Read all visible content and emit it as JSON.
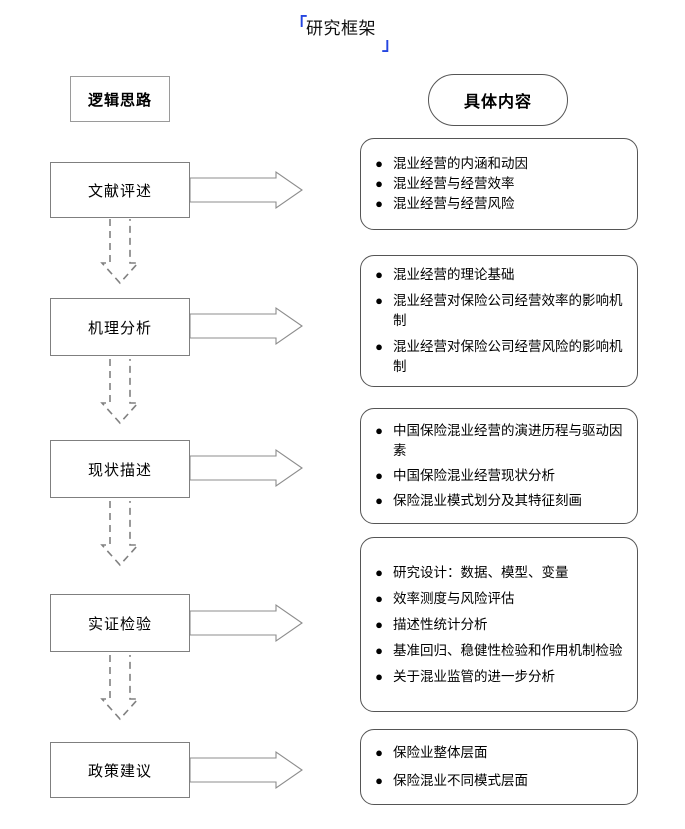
{
  "title": {
    "text": "研究框架",
    "bracket_open": "「",
    "bracket_close": "」",
    "bracket_color": "#2445e0"
  },
  "columns": {
    "left_header": "逻辑思路",
    "right_header": "具体内容"
  },
  "rows": [
    {
      "stage": "文献评述",
      "items": [
        "混业经营的内涵和动因",
        "混业经营与经营效率",
        "混业经营与经营风险"
      ]
    },
    {
      "stage": "机理分析",
      "items": [
        "混业经营的理论基础",
        "混业经营对保险公司经营效率的影响机制",
        "混业经营对保险公司经营风险的影响机制"
      ]
    },
    {
      "stage": "现状描述",
      "items": [
        "中国保险混业经营的演进历程与驱动因素",
        "中国保险混业经营现状分析",
        "保险混业模式划分及其特征刻画"
      ]
    },
    {
      "stage": "实证检验",
      "items": [
        "研究设计：数据、模型、变量",
        "效率测度与风险评估",
        "描述性统计分析",
        "基准回归、稳健性检验和作用机制检验",
        "关于混业监管的进一步分析"
      ]
    },
    {
      "stage": "政策建议",
      "items": [
        "保险业整体层面",
        "保险混业不同模式层面"
      ]
    }
  ],
  "bullet_glyph": "●",
  "colors": {
    "stage_border": "#7f7f7f",
    "content_border": "#555555",
    "arrow_stroke": "#8c8c8c",
    "flow_arrow_stroke": "#808080",
    "text": "#000000",
    "background": "#ffffff"
  }
}
